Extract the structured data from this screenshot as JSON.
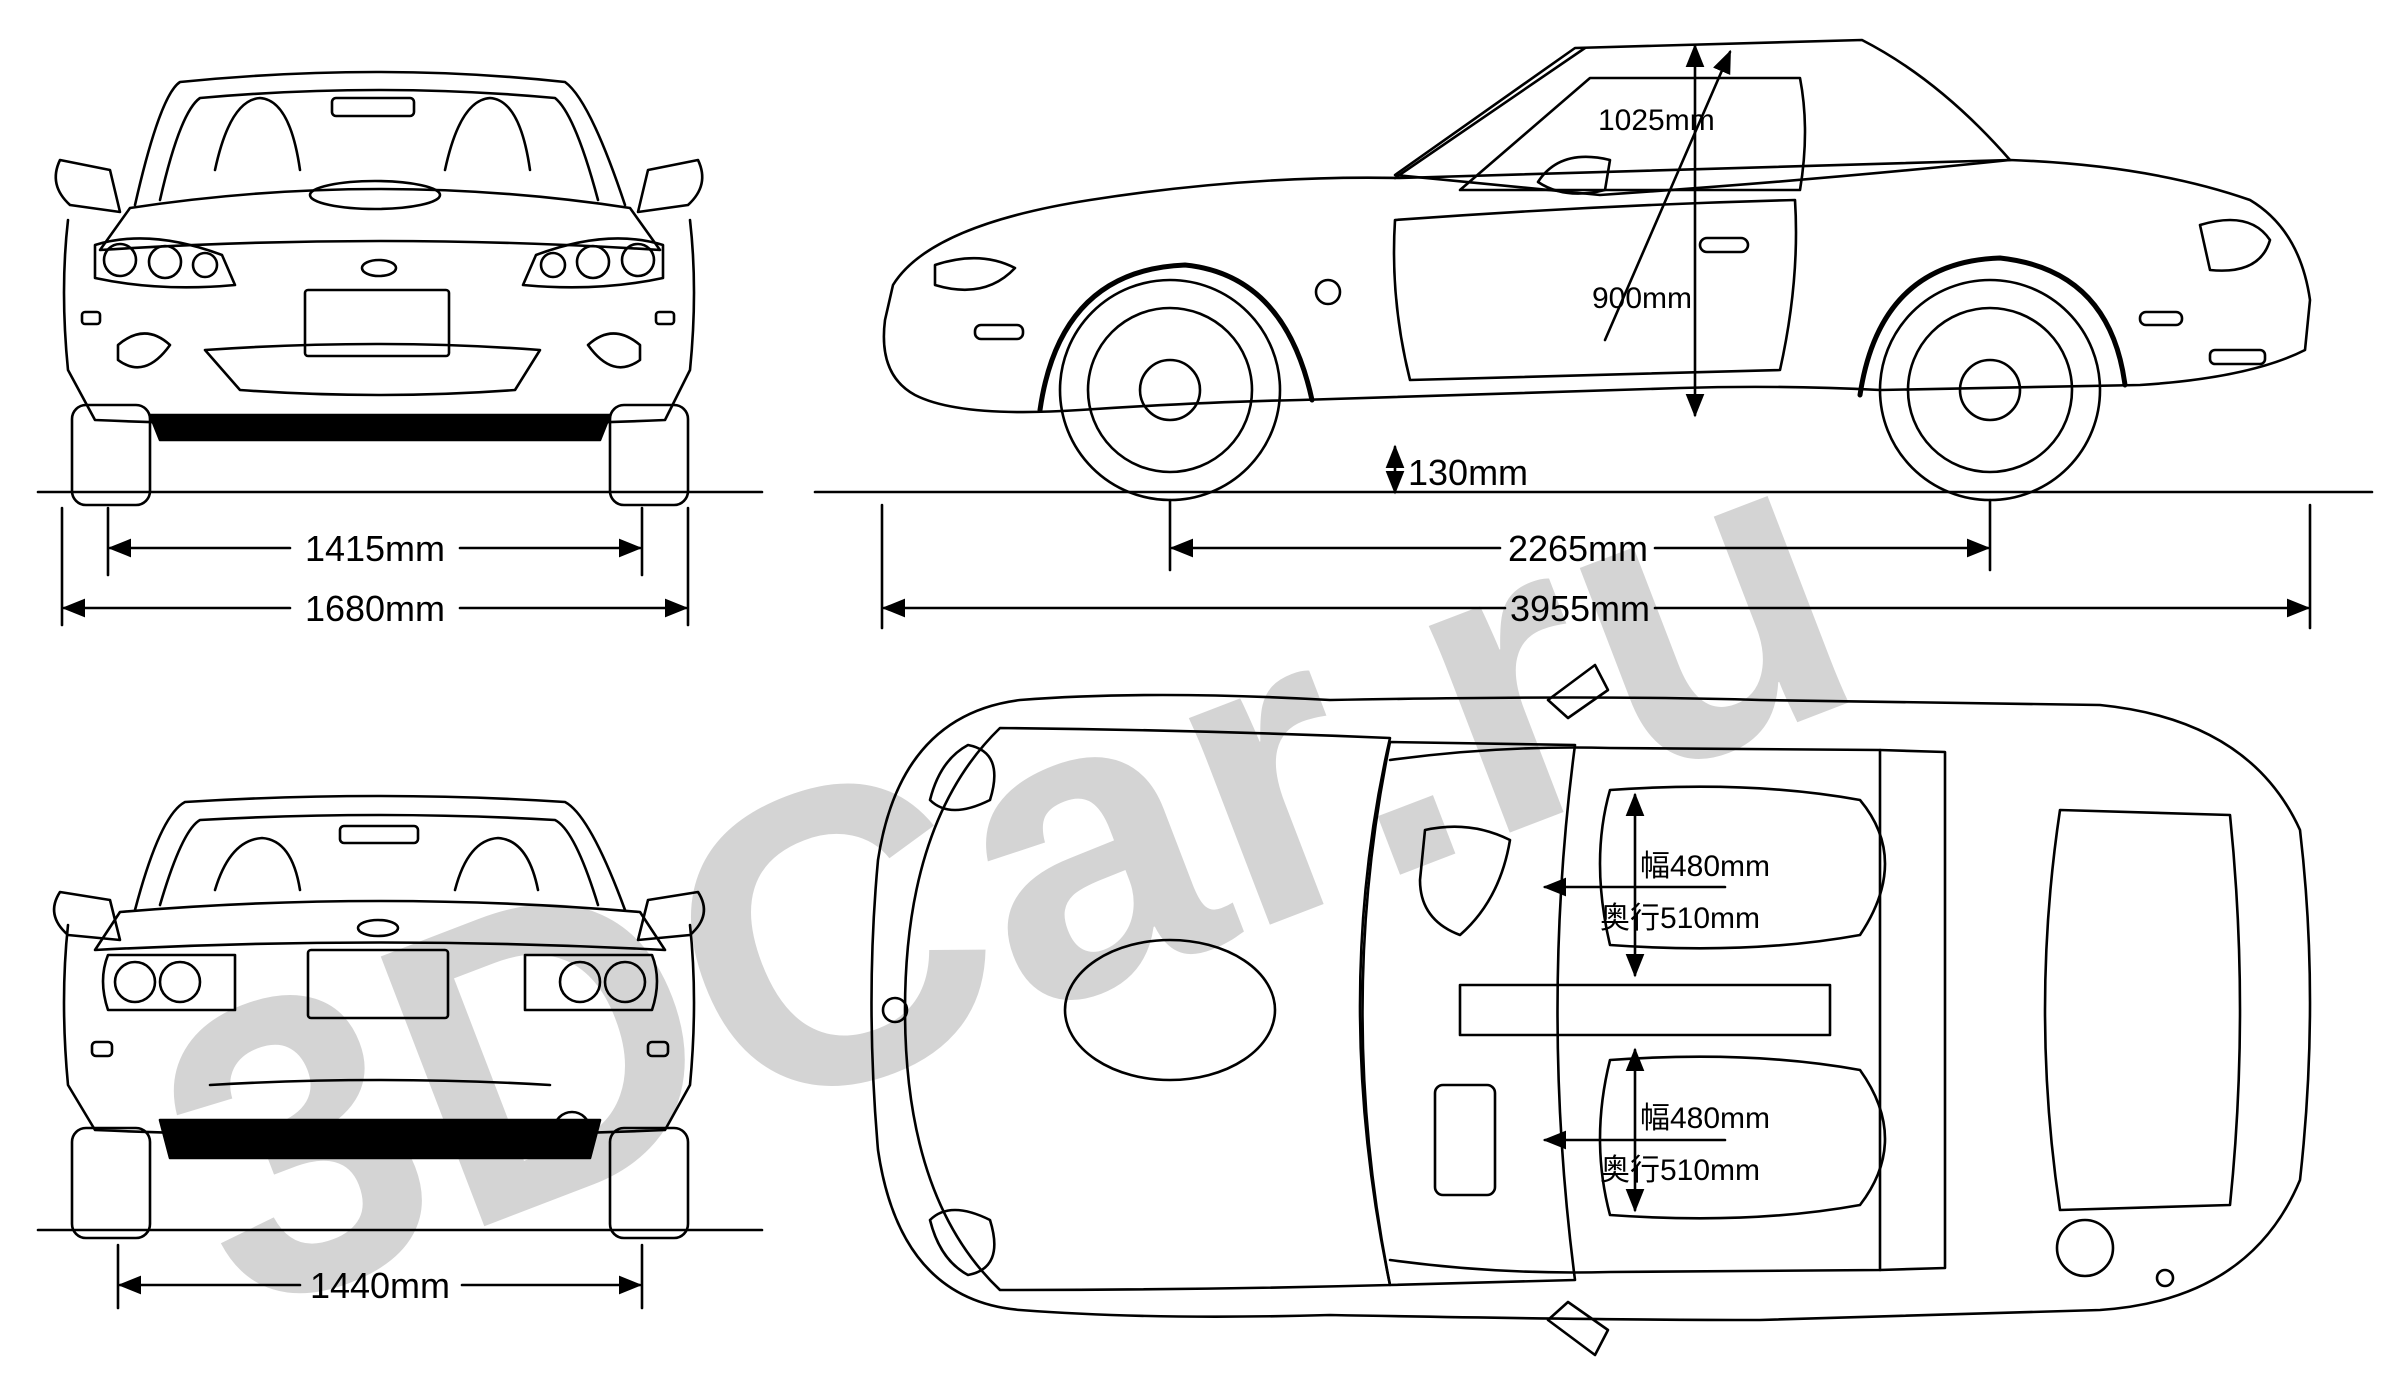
{
  "watermark": {
    "text": "3DCar.ru",
    "color": "#d4d4d4"
  },
  "line_color": "#000000",
  "views": {
    "front": {
      "track_width": "1415mm",
      "overall_width": "1680mm"
    },
    "side": {
      "roof_height": "1025mm",
      "door_height": "900mm",
      "ground_clearance": "130mm",
      "wheelbase": "2265mm",
      "overall_length": "3955mm"
    },
    "rear": {
      "track_width": "1440mm"
    },
    "top": {
      "driver_seat_width": "幅480mm",
      "driver_seat_depth": "奥行510mm",
      "passenger_seat_width": "幅480mm",
      "passenger_seat_depth": "奥行510mm"
    }
  }
}
